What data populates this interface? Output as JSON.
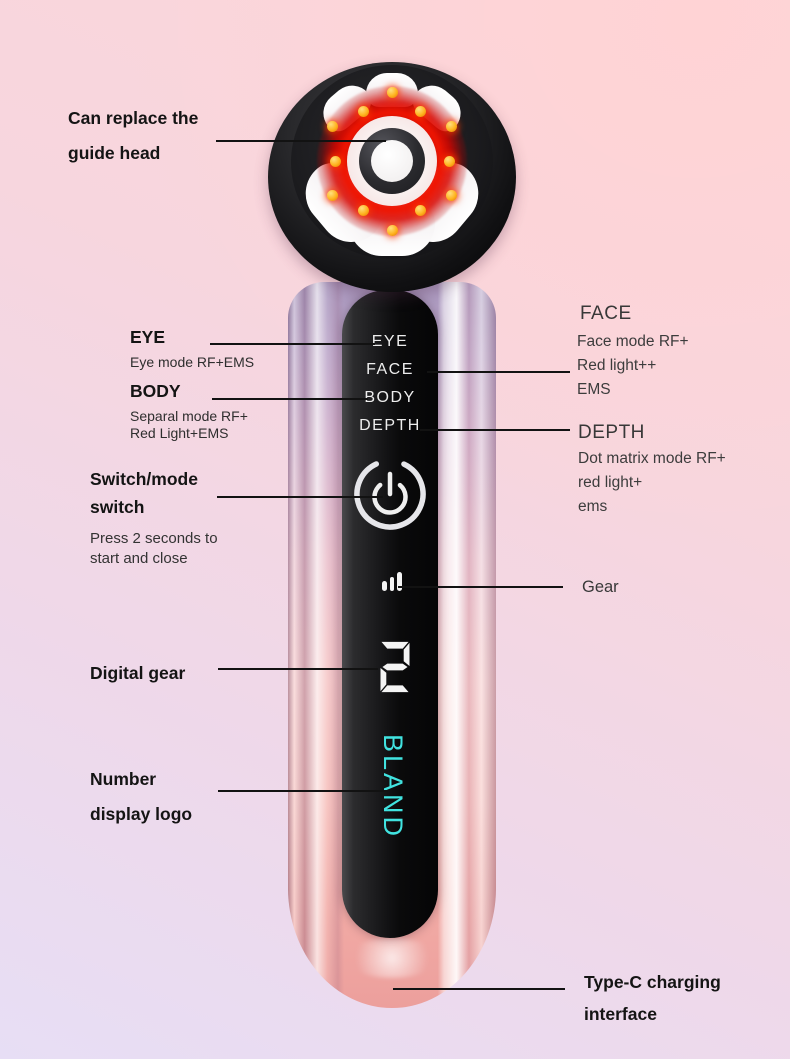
{
  "theme": {
    "bg_pink": "#ffd3d5",
    "bg_lavender": "#e7def5",
    "line_color": "#121212",
    "accent_red": "#ef1502",
    "led_gold": "#ffb31e",
    "brand_cyan": "#41e3e0"
  },
  "device": {
    "mode_labels": [
      "EYE",
      "FACE",
      "BODY",
      "DEPTH"
    ],
    "gear_digit": "2",
    "brand": "BLAND",
    "led_count": 12
  },
  "callouts": {
    "guide_head": {
      "title_line1": "Can replace the",
      "title_line2": "guide head"
    },
    "eye": {
      "title": "EYE",
      "desc": "Eye mode RF+EMS"
    },
    "body": {
      "title": "BODY",
      "desc_line1": "Separal mode RF+",
      "desc_line2": "Red Light+EMS"
    },
    "switch": {
      "title_line1": "Switch/mode",
      "title_line2": "switch",
      "desc_line1": "Press 2 seconds to",
      "desc_line2": "start and close"
    },
    "digital_gear": {
      "title": "Digital gear"
    },
    "number_logo": {
      "title_line1": "Number",
      "title_line2": "display logo"
    },
    "face": {
      "title": "FACE",
      "desc_line1": "Face mode RF+",
      "desc_line2": "Red light++",
      "desc_line3": "EMS"
    },
    "depth": {
      "title": "DEPTH",
      "desc_line1": "Dot matrix mode RF+",
      "desc_line2": "red light+",
      "desc_line3": "ems"
    },
    "gear": {
      "title": "Gear"
    },
    "typec": {
      "title_line1": "Type-C charging",
      "title_line2": "interface"
    }
  }
}
